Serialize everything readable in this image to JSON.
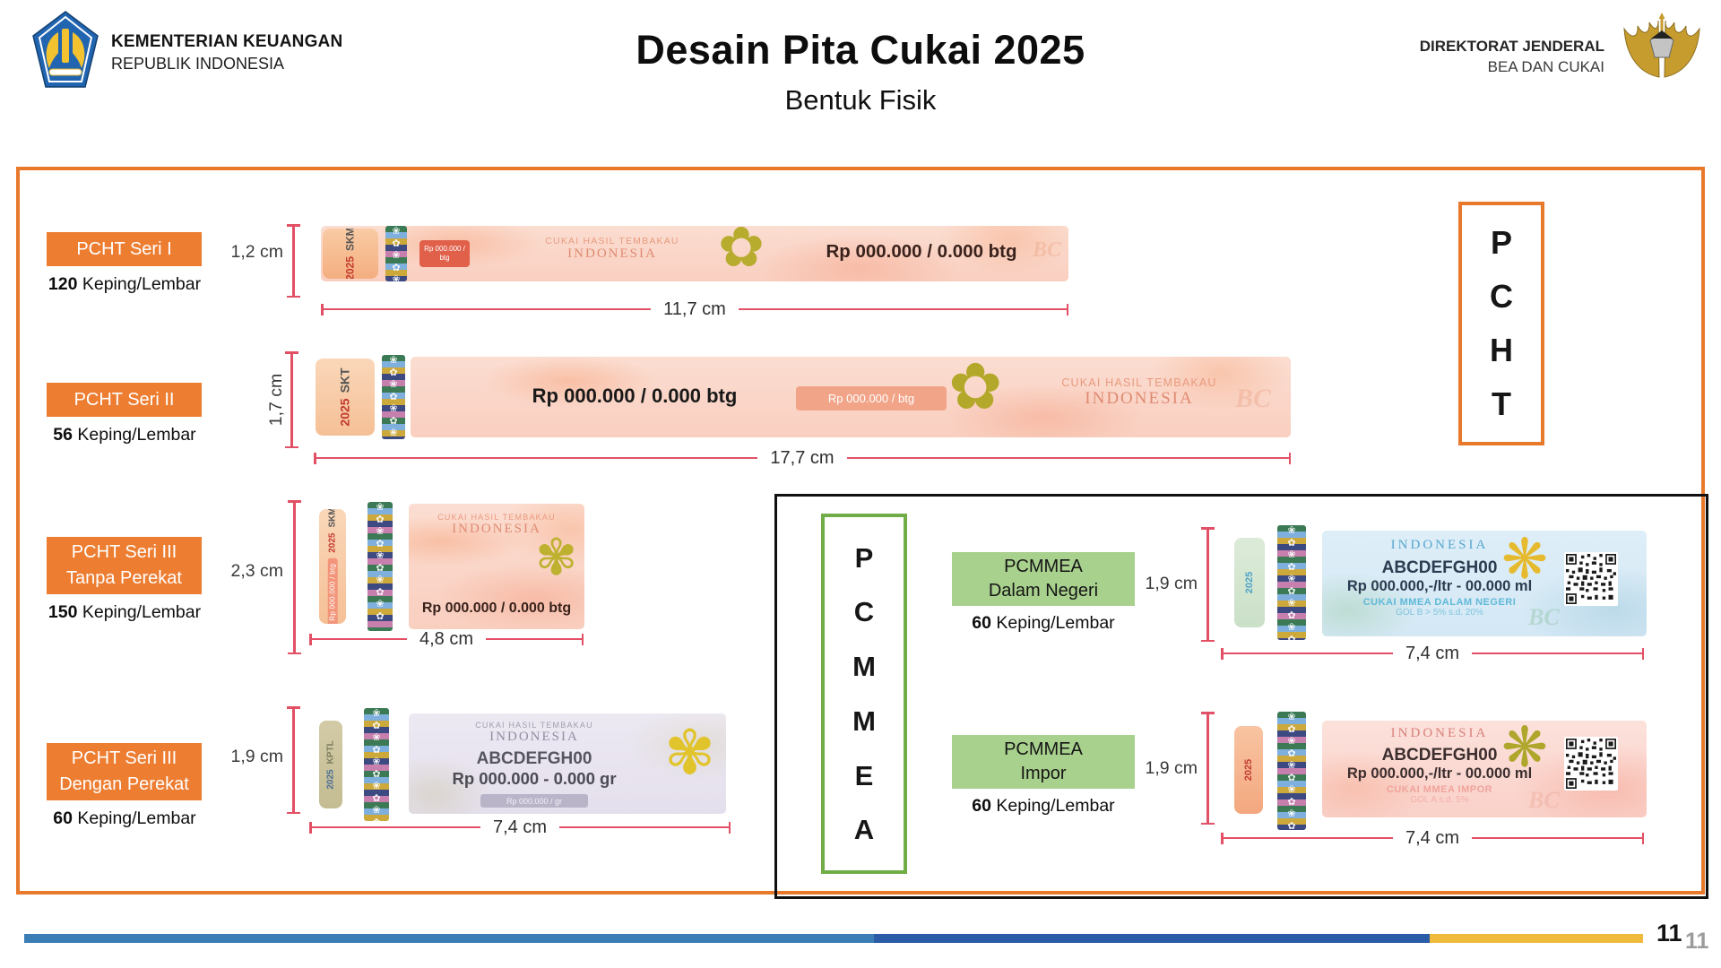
{
  "header": {
    "ministry": {
      "line1": "KEMENTERIAN KEUANGAN",
      "line2": "REPUBLIK INDONESIA"
    },
    "title": "Desain Pita Cukai 2025",
    "subtitle": "Bentuk Fisik",
    "directorate": {
      "line1": "DIREKTORAT JENDERAL",
      "line2": "BEA DAN CUKAI"
    }
  },
  "pcht": {
    "group_letters": [
      "P",
      "C",
      "H",
      "T"
    ],
    "rows": [
      {
        "series_label": "PCHT Seri I",
        "count": "120",
        "unit": "Keping/Lembar",
        "height_dim": "1,2 cm",
        "width_dim": "11,7 cm",
        "stamp": {
          "tab_year": "2025",
          "tab_code": "SKM",
          "badge": "Rp 000.000 / btg",
          "line1": "CUKAI HASIL TEMBAKAU",
          "line2": "INDONESIA",
          "price": "Rp 000.000 / 0.000 btg",
          "ghost": "BC"
        }
      },
      {
        "series_label": "PCHT Seri II",
        "count": "56",
        "unit": "Keping/Lembar",
        "height_dim": "1,7 cm",
        "width_dim": "17,7 cm",
        "stamp": {
          "tab_year": "2025",
          "tab_code": "SKT",
          "price": "Rp 000.000 / 0.000 btg",
          "badge": "Rp 000.000 / btg",
          "line1": "CUKAI HASIL TEMBAKAU",
          "line2": "INDONESIA",
          "ghost": "BC"
        }
      },
      {
        "series_label": "PCHT Seri III",
        "series_label2": "Tanpa Perekat",
        "count": "150",
        "unit": "Keping/Lembar",
        "height_dim": "2,3 cm",
        "width_dim": "4,8 cm",
        "stamp": {
          "tab_badge": "Rp 000.000 / btg",
          "tab_year": "2025",
          "tab_code": "SKM",
          "line1": "CUKAI HASIL TEMBAKAU",
          "line2": "INDONESIA",
          "price": "Rp 000.000 / 0.000 btg"
        }
      },
      {
        "series_label": "PCHT Seri III",
        "series_label2": "Dengan Perekat",
        "count": "60",
        "unit": "Keping/Lembar",
        "height_dim": "1,9 cm",
        "width_dim": "7,4 cm",
        "stamp": {
          "tab_year": "2025",
          "tab_code": "KPTL",
          "line1": "CUKAI HASIL TEMBAKAU",
          "line2": "INDONESIA",
          "code": "ABCDEFGH00",
          "price": "Rp 000.000 - 0.000 gr",
          "badge": "Rp 000.000 / gr"
        }
      }
    ]
  },
  "pcmmea": {
    "group_letters": [
      "P",
      "C",
      "M",
      "M",
      "E",
      "A"
    ],
    "rows": [
      {
        "series_label": "PCMMEA",
        "series_label2": "Dalam Negeri",
        "count": "60",
        "unit": "Keping/Lembar",
        "height_dim": "1,9 cm",
        "width_dim": "7,4 cm",
        "stamp": {
          "tab_year": "2025",
          "country": "INDONESIA",
          "code": "ABCDEFGH00",
          "price": "Rp 000.000,-/ltr - 00.000 ml",
          "type_line": "CUKAI MMEA DALAM NEGERI",
          "gol_line": "GOL B > 5% s.d. 20%",
          "ghost": "BC"
        }
      },
      {
        "series_label": "PCMMEA",
        "series_label2": "Impor",
        "count": "60",
        "unit": "Keping/Lembar",
        "height_dim": "1,9 cm",
        "width_dim": "7,4 cm",
        "stamp": {
          "tab_year": "2025",
          "country": "INDONESIA",
          "code": "ABCDEFGH00",
          "price": "Rp 000.000,-/ltr - 00.000 ml",
          "type_line": "CUKAI MMEA IMPOR",
          "gol_line": "GOL A s.d. 5%",
          "ghost": "BC"
        }
      }
    ]
  },
  "footer": {
    "page_number": "11",
    "page_number_shadow": "11"
  },
  "colors": {
    "accent_orange": "#ED7D31",
    "accent_green": "#70AD47",
    "green_fill": "#A9D18E",
    "dimension_red": "#E25065",
    "bar_blue_light": "#3A7EB5",
    "bar_blue_dark": "#2A5CA8",
    "bar_yellow": "#F0BA3C"
  }
}
